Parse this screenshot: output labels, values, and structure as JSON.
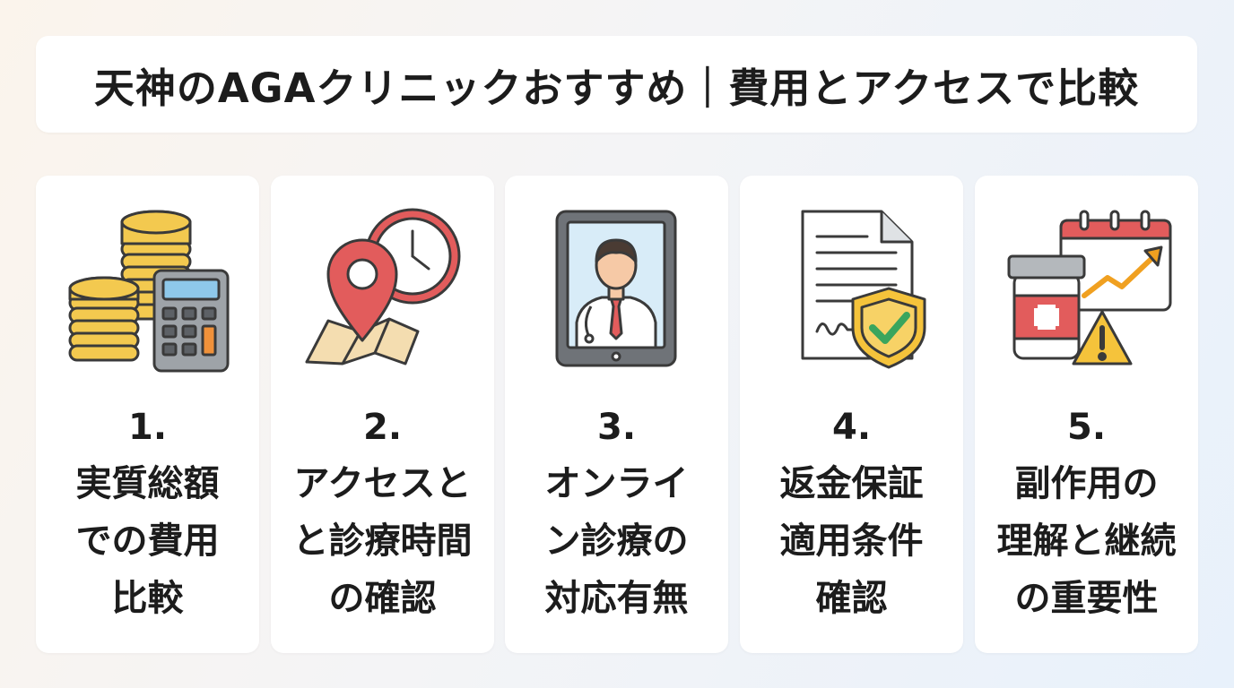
{
  "title": "天神のAGAクリニックおすすめ｜費用とアクセスで比較",
  "cards": [
    {
      "number": "1.",
      "label": "実質総額\nでの費用\n比較",
      "icon": "coins-calculator-icon"
    },
    {
      "number": "2.",
      "label": "アクセスと\nと診療時間\nの確認",
      "icon": "map-pin-clock-icon"
    },
    {
      "number": "3.",
      "label": "オンライ\nン診療の\n対応有無",
      "icon": "tablet-doctor-icon"
    },
    {
      "number": "4.",
      "label": "返金保証\n適用条件\n確認",
      "icon": "document-shield-icon"
    },
    {
      "number": "5.",
      "label": "副作用の\n理解と継続\nの重要性",
      "icon": "medicine-calendar-warning-icon"
    }
  ],
  "colors": {
    "text": "#1c1c1c",
    "coin": "#f3c94f",
    "pin": "#e25c5c",
    "shield": "#f5c33b",
    "check": "#3aa55d",
    "outline": "#3a3a3a"
  }
}
